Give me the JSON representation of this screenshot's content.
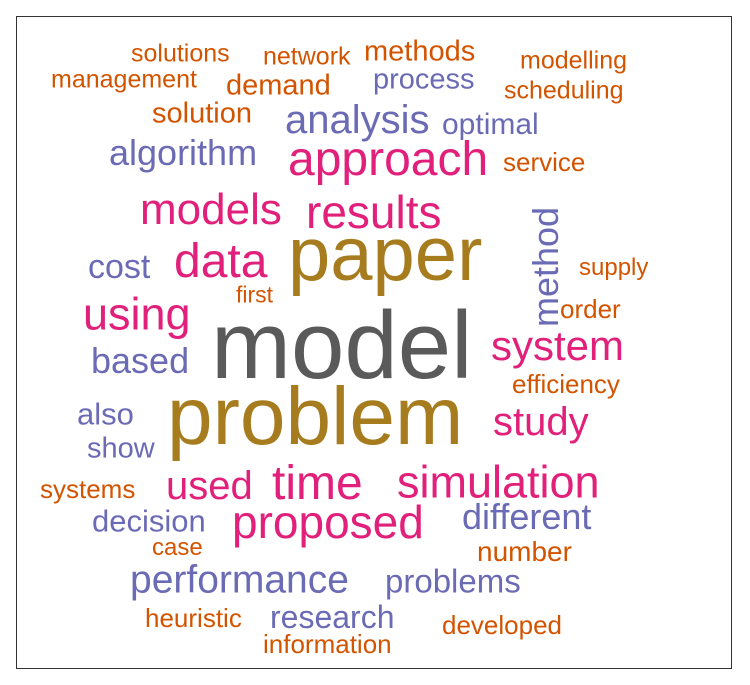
{
  "colors": {
    "orange": "#d35400",
    "pink": "#e0207a",
    "purple": "#6b6bb5",
    "gold": "#a67c1e",
    "gray": "#5a5a5a"
  },
  "words": {
    "model": "model",
    "problem": "problem",
    "paper": "paper",
    "approach": "approach",
    "results": "results",
    "models": "models",
    "data": "data",
    "using": "using",
    "system": "system",
    "time": "time",
    "simulation": "simulation",
    "proposed": "proposed",
    "used": "used",
    "study": "study",
    "analysis": "analysis",
    "algorithm": "algorithm",
    "method": "method",
    "performance": "performance",
    "different": "different",
    "problems": "problems",
    "based": "based",
    "cost": "cost",
    "also": "also",
    "show": "show",
    "decision": "decision",
    "research": "research",
    "process": "process",
    "optimal": "optimal",
    "methods": "methods",
    "demand": "demand",
    "solution": "solution",
    "solutions": "solutions",
    "network": "network",
    "management": "management",
    "modelling": "modelling",
    "scheduling": "scheduling",
    "service": "service",
    "supply": "supply",
    "order": "order",
    "efficiency": "efficiency",
    "first": "first",
    "systems": "systems",
    "case": "case",
    "number": "number",
    "heuristic": "heuristic",
    "information": "information",
    "developed": "developed"
  }
}
